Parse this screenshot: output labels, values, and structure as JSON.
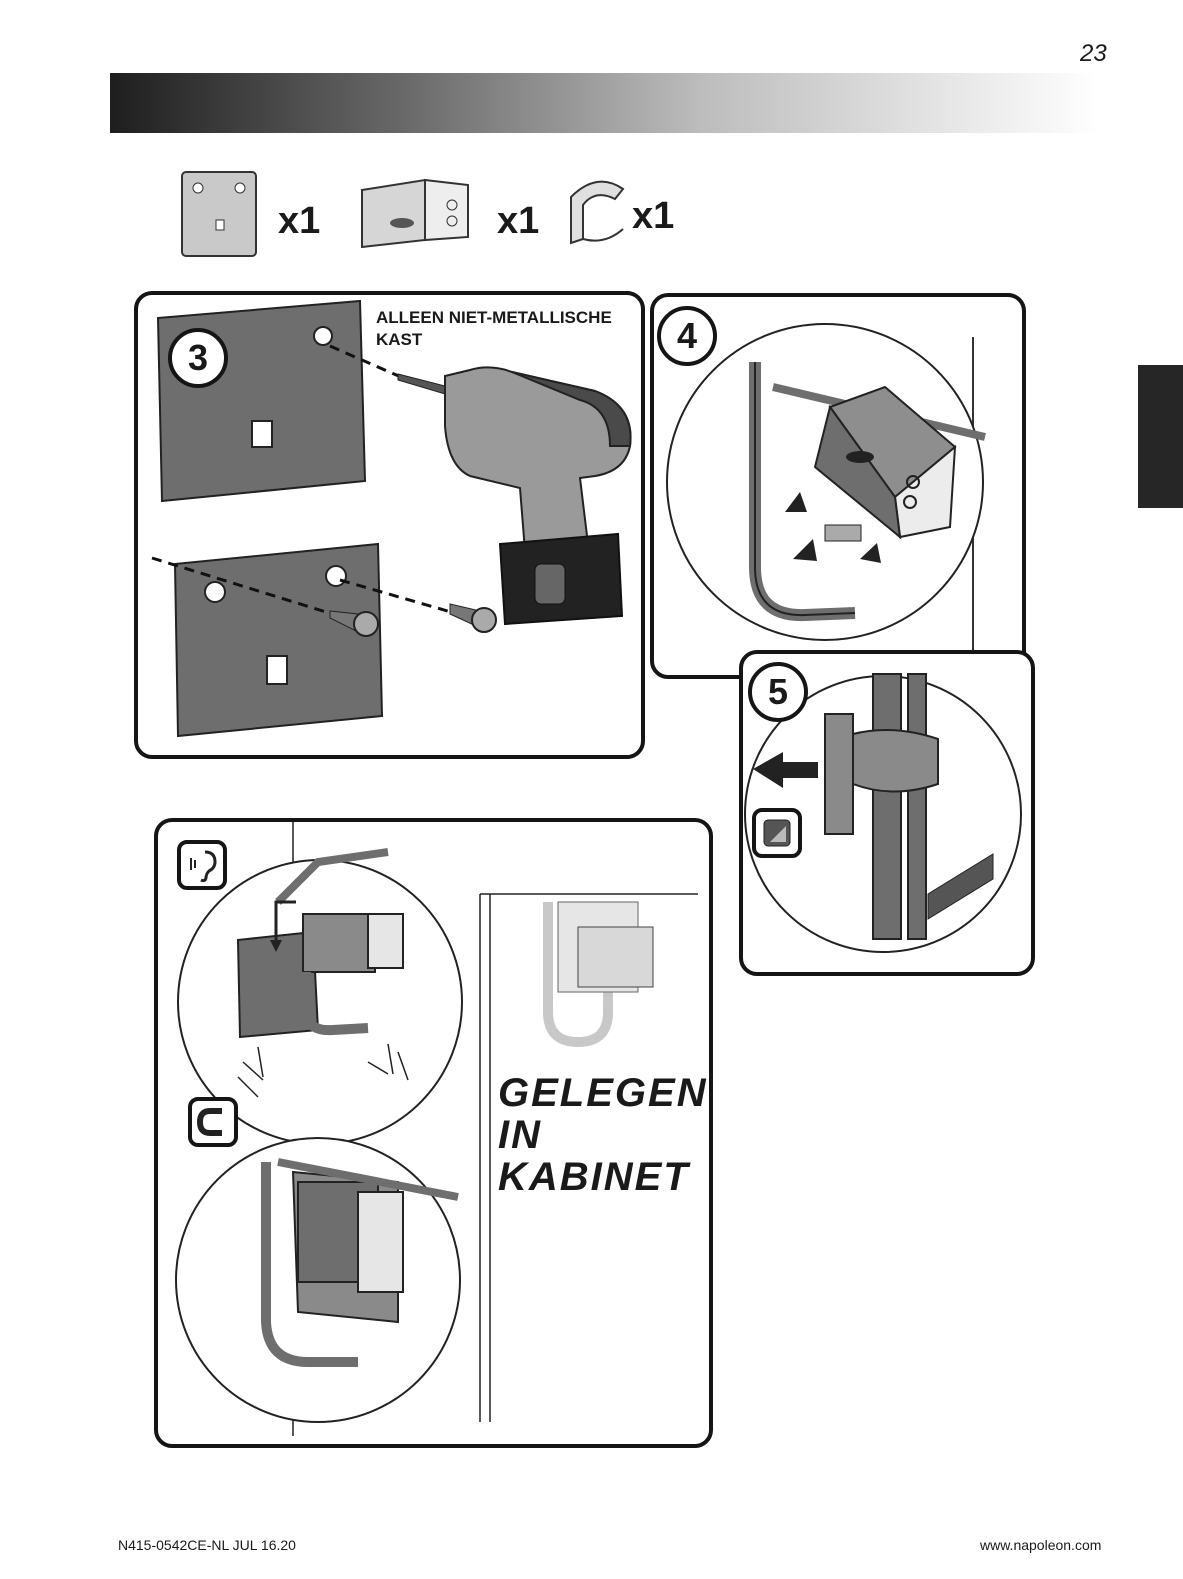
{
  "page": {
    "number": "23"
  },
  "parts": [
    {
      "name": "wall-bracket",
      "quantity": "x1"
    },
    {
      "name": "control-module",
      "quantity": "x1"
    },
    {
      "name": "wire-clip",
      "quantity": "x1"
    }
  ],
  "steps": {
    "step3": {
      "number": "3",
      "note": "ALLEEN NIET-METALLISCHE KAST"
    },
    "step4": {
      "number": "4"
    },
    "step5": {
      "number": "5"
    }
  },
  "location_label": {
    "line1": "GELEGEN",
    "line2": "IN",
    "line3": "KABINET"
  },
  "footer": {
    "doc_code": "N415-0542CE-NL JUL 16.20",
    "website": "www.napoleon.com"
  },
  "colors": {
    "panel_gray": "#6e6e6e",
    "light_gray": "#c8c8c8",
    "ink": "#151515"
  },
  "icons": [
    "ear-sound-icon",
    "magnet-icon",
    "clip-icon"
  ]
}
